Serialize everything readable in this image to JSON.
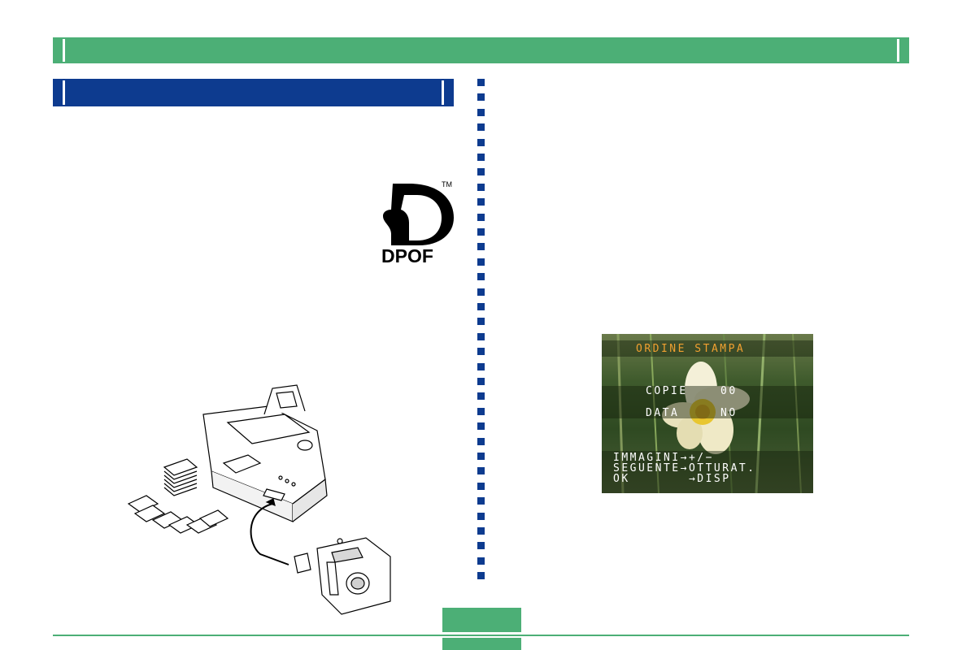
{
  "logo": {
    "text": "DPOF",
    "trademark": "TM"
  },
  "lcd": {
    "title": "ORDINE STAMPA",
    "copies_label": "COPIE",
    "copies_value": "00",
    "date_label": "DATA",
    "date_value": "NO",
    "help": [
      "IMMAGINI→+/−",
      "SEGUENTE→OTTURAT.",
      "OK       →DISP"
    ]
  },
  "colors": {
    "header_green": "#4caf76",
    "section_blue": "#0d3b8f",
    "lcd_title_orange": "#f0a030"
  }
}
